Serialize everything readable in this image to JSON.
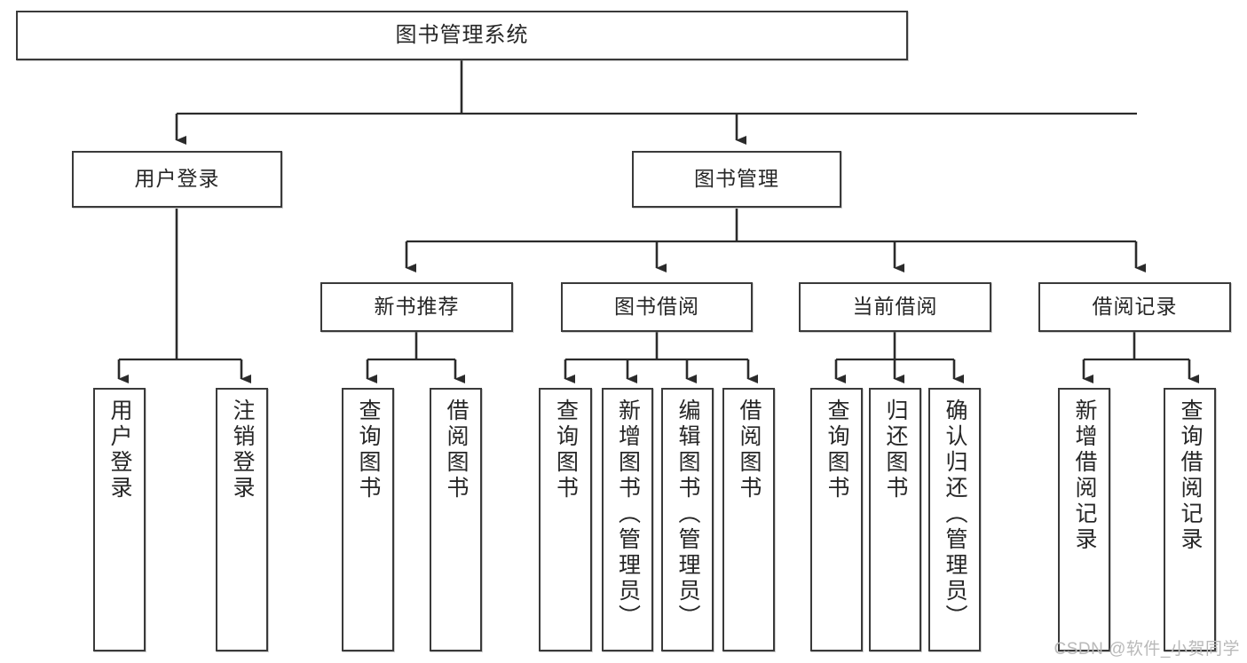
{
  "diagram": {
    "type": "tree",
    "title": "图书管理系统",
    "colors": {
      "background": "#ffffff",
      "box_border": "#3a3a3a",
      "box_fill": "#ffffff",
      "text": "#262626",
      "connector": "#2b2b2b",
      "watermark": "#b9b9b9"
    },
    "nodes": {
      "root": {
        "label": "图书管理系统",
        "orientation": "horizontal"
      },
      "level2": [
        {
          "id": "user-login",
          "label": "用户登录",
          "orientation": "horizontal"
        },
        {
          "id": "book-management",
          "label": "图书管理",
          "orientation": "horizontal"
        }
      ],
      "level3": [
        {
          "id": "new-book-recommend",
          "label": "新书推荐",
          "orientation": "horizontal",
          "parent": "book-management"
        },
        {
          "id": "book-borrow",
          "label": "图书借阅",
          "orientation": "horizontal",
          "parent": "book-management"
        },
        {
          "id": "current-borrow",
          "label": "当前借阅",
          "orientation": "horizontal",
          "parent": "book-management"
        },
        {
          "id": "borrow-record",
          "label": "借阅记录",
          "orientation": "horizontal",
          "parent": "book-management"
        }
      ],
      "leaves": [
        {
          "id": "leaf-user-login",
          "label": "用户登录",
          "orientation": "vertical",
          "parent": "user-login"
        },
        {
          "id": "leaf-logout-login",
          "label": "注销登录",
          "orientation": "vertical",
          "parent": "user-login"
        },
        {
          "id": "leaf-query-book-1",
          "label": "查询图书",
          "orientation": "vertical",
          "parent": "new-book-recommend"
        },
        {
          "id": "leaf-borrow-book-1",
          "label": "借阅图书",
          "orientation": "vertical",
          "parent": "new-book-recommend"
        },
        {
          "id": "leaf-query-book-2",
          "label": "查询图书",
          "orientation": "vertical",
          "parent": "book-borrow"
        },
        {
          "id": "leaf-add-book",
          "label": "新增图书（管理员）",
          "orientation": "vertical",
          "parent": "book-borrow"
        },
        {
          "id": "leaf-edit-book",
          "label": "编辑图书（管理员）",
          "orientation": "vertical",
          "parent": "book-borrow"
        },
        {
          "id": "leaf-borrow-book-2",
          "label": "借阅图书",
          "orientation": "vertical",
          "parent": "book-borrow"
        },
        {
          "id": "leaf-query-book-3",
          "label": "查询图书",
          "orientation": "vertical",
          "parent": "current-borrow"
        },
        {
          "id": "leaf-return-book",
          "label": "归还图书",
          "orientation": "vertical",
          "parent": "current-borrow"
        },
        {
          "id": "leaf-confirm-return",
          "label": "确认归还（管理员）",
          "orientation": "vertical",
          "parent": "current-borrow"
        },
        {
          "id": "leaf-add-record",
          "label": "新增借阅记录",
          "orientation": "vertical",
          "parent": "borrow-record"
        },
        {
          "id": "leaf-query-record",
          "label": "查询借阅记录",
          "orientation": "vertical",
          "parent": "borrow-record"
        }
      ]
    }
  },
  "watermark": {
    "text": "CSDN @软件_小贺同学"
  }
}
